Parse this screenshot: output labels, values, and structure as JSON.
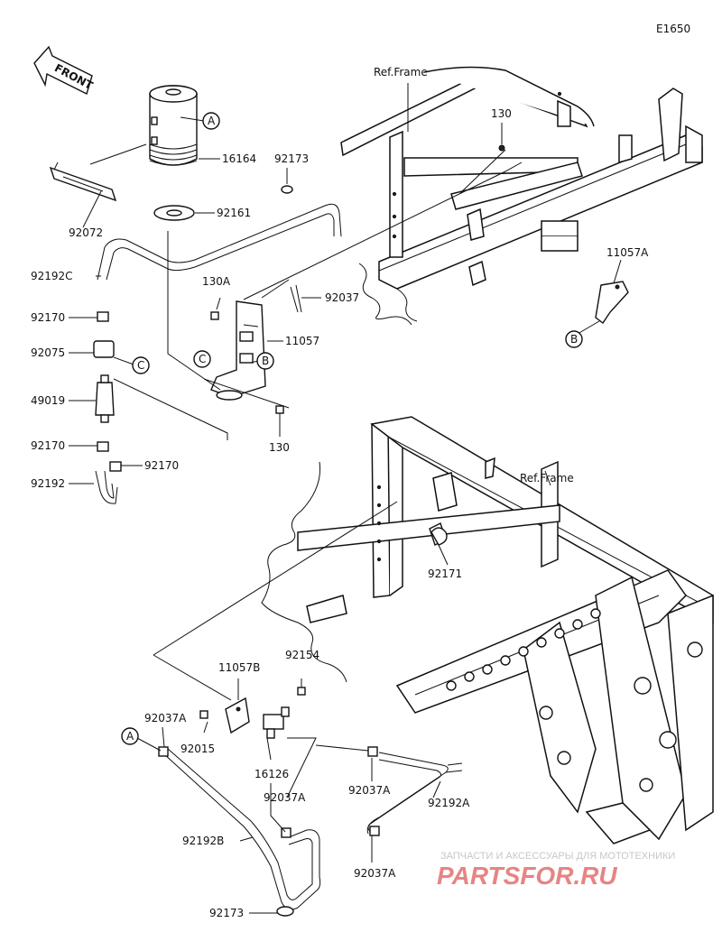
{
  "diagram_code": "E1650",
  "front_label": "FRONT",
  "ref_frame_labels": [
    "Ref.Frame",
    "Ref.Frame"
  ],
  "callout_letters": {
    "a": "A",
    "b": "B",
    "c": "C"
  },
  "part_labels": {
    "p16164": "16164",
    "p92173_top": "92173",
    "p92161": "92161",
    "p92072": "92072",
    "p92192C": "92192C",
    "p92170_1": "92170",
    "p92075": "92075",
    "p49019": "49019",
    "p92170_2": "92170",
    "p92170_3": "92170",
    "p92192": "92192",
    "p130_top": "130",
    "p130A": "130A",
    "p92037": "92037",
    "p11057": "11057",
    "p130_mid": "130",
    "p11057A": "11057A",
    "p92171": "92171",
    "p92154": "92154",
    "p11057B": "11057B",
    "p92037A_1": "92037A",
    "p92015": "92015",
    "p16126": "16126",
    "p92037A_2": "92037A",
    "p92037A_3": "92037A",
    "p92192A": "92192A",
    "p92192B": "92192B",
    "p92037A_4": "92037A",
    "p92173_bottom": "92173"
  },
  "watermark": {
    "subtitle": "ЗАПЧАСТИ И АКСЕССУАРЫ ДЛЯ МОТОТЕХНИКИ",
    "brand": "PARTSFOR.RU"
  }
}
